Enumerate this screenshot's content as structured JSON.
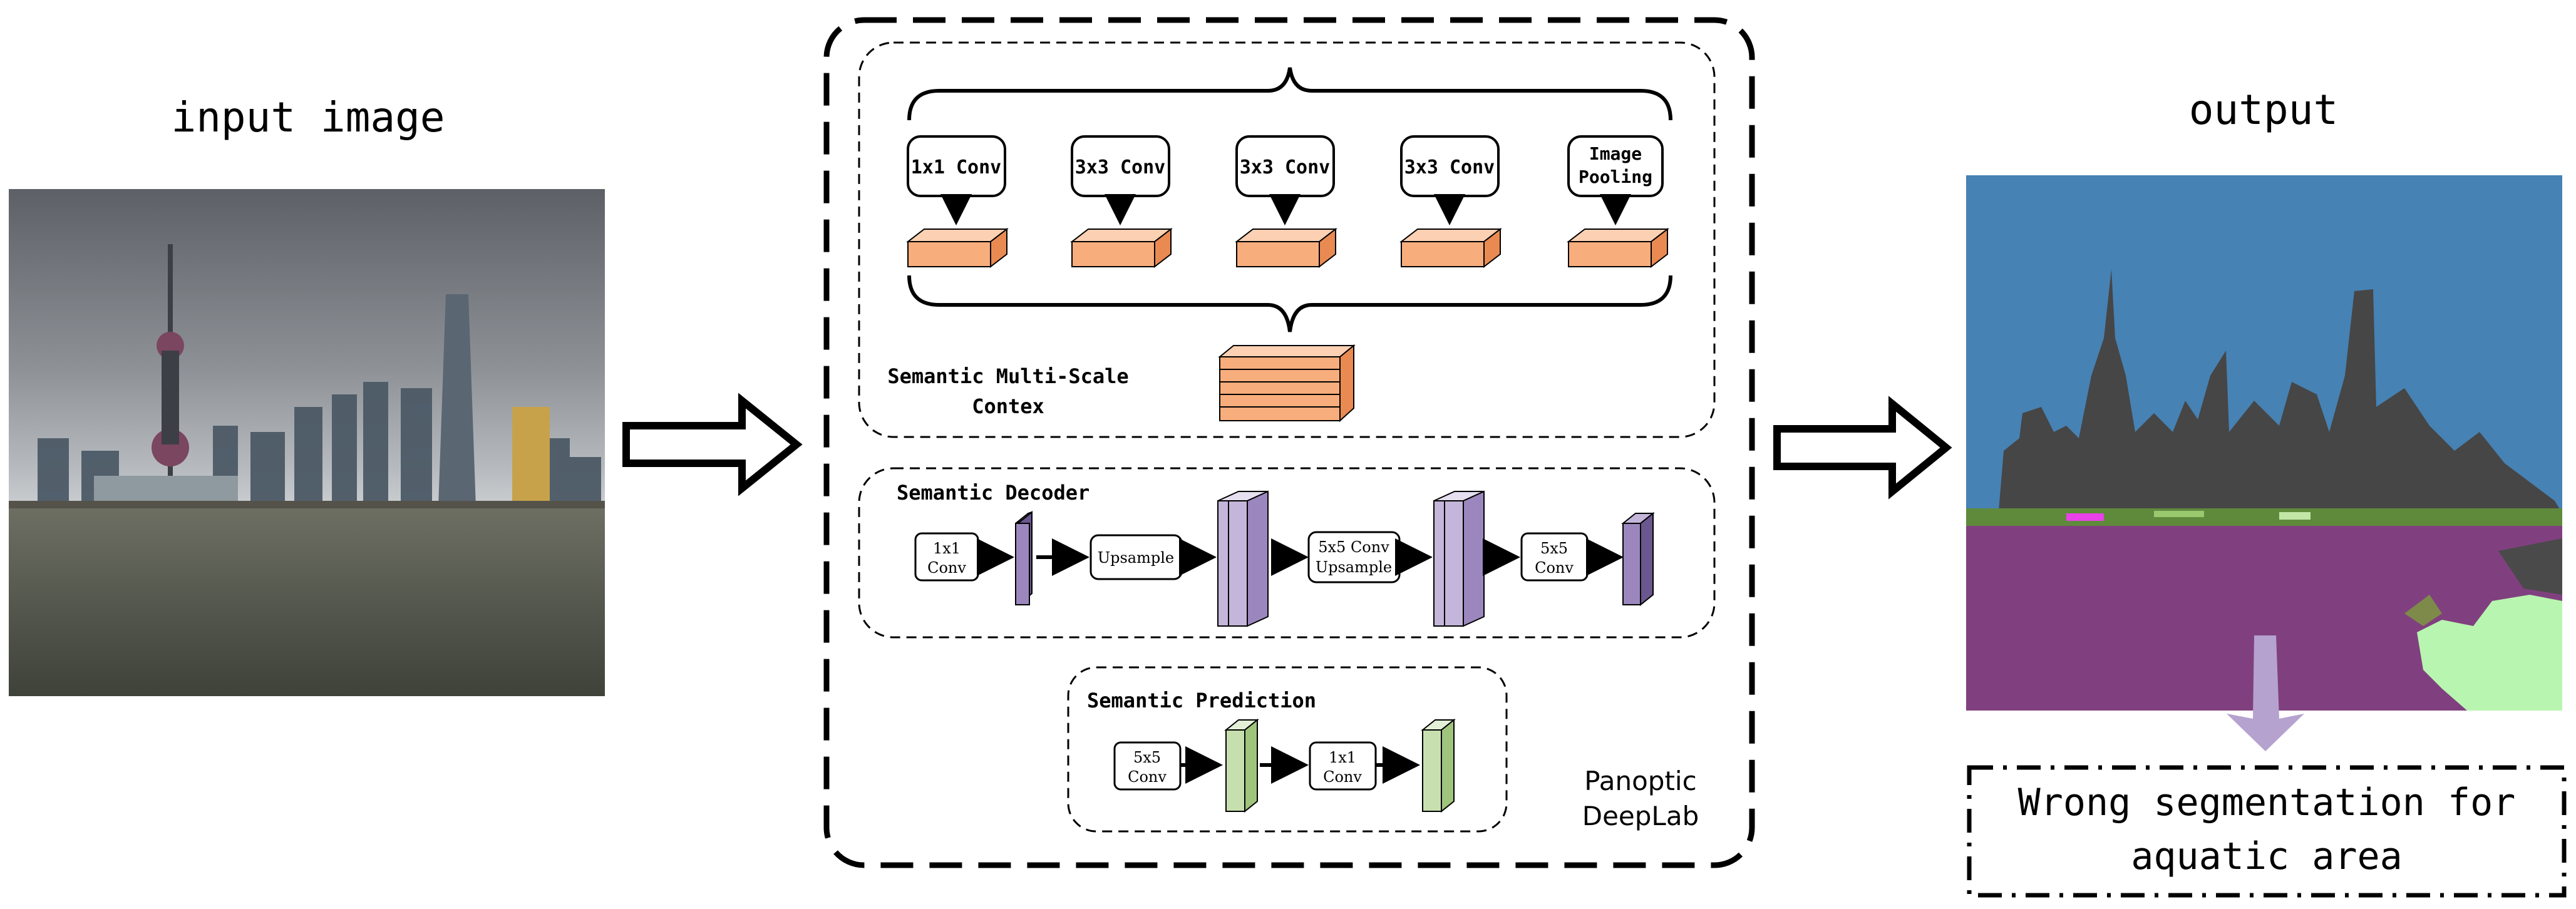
{
  "input": {
    "title": "input image"
  },
  "output": {
    "title": "output",
    "note_line1": "Wrong segmentation for",
    "note_line2": "aquatic area"
  },
  "aspp": {
    "branches": [
      {
        "label": "1x1 Conv"
      },
      {
        "label": "3x3 Conv"
      },
      {
        "label": "3x3 Conv"
      },
      {
        "label": "3x3 Conv"
      },
      {
        "label_line1": "Image",
        "label_line2": "Pooling"
      }
    ],
    "caption_line1": "Semantic Multi-Scale",
    "caption_line2": "Contex"
  },
  "decoder": {
    "title": "Semantic Decoder",
    "conv1_line1": "1x1",
    "conv1_line2": "Conv",
    "upsample": "Upsample",
    "conv2_line1": "5x5 Conv",
    "conv2_line2": "Upsample",
    "conv3_line1": "5x5",
    "conv3_line2": "Conv"
  },
  "prediction": {
    "title": "Semantic Prediction",
    "conv1_line1": "5x5",
    "conv1_line2": "Conv",
    "conv2_line1": "1x1",
    "conv2_line2": "Conv"
  },
  "model": {
    "name_line1": "Panoptic",
    "name_line2": "DeepLab"
  },
  "colors": {
    "orange": "#f8ad7c",
    "orange_top": "#fcd0b2",
    "orange_side": "#e98a52",
    "purple": "#9b87bd",
    "purple_light": "#c4b6da",
    "green": "#c7dfae",
    "green_dark": "#9fc47c",
    "sky": "#4682b4",
    "building": "#464646",
    "water": "#80407f"
  }
}
